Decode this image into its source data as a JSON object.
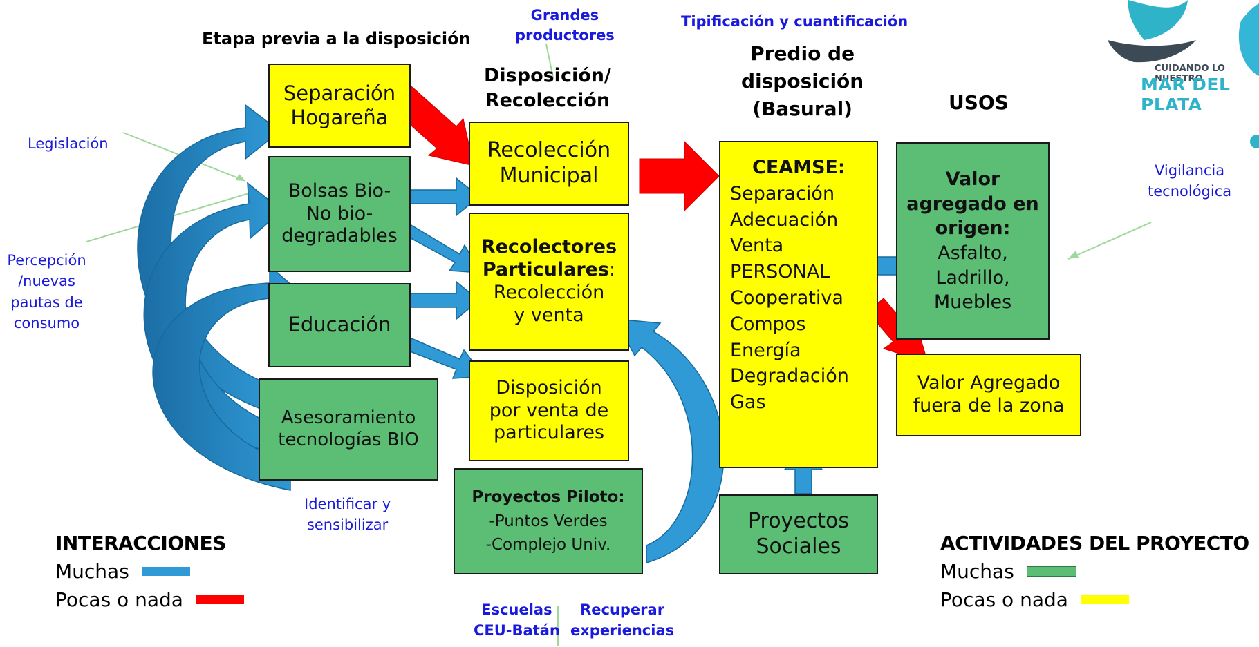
{
  "headers": {
    "etapa": "Etapa previa a la disposición",
    "grandes": [
      "Grandes",
      "productores"
    ],
    "disposicion": [
      "Disposición/",
      "Recolección"
    ],
    "tipificacion": "Tipificación y cuantificación",
    "predio": [
      "Predio de",
      "disposición",
      "(Basural)"
    ],
    "usos": "USOS"
  },
  "logo": {
    "line1": "CUIDANDO LO NUESTRO",
    "line2": "MAR DEL PLATA",
    "colors": {
      "teal": "#2fb3c9",
      "dark": "#3b4a55",
      "blue": "#35b6d6"
    }
  },
  "side_labels": {
    "legislacion": "Legislación",
    "percepcion": [
      "Percepción",
      "/nuevas",
      "pautas de",
      "consumo"
    ],
    "identificar": [
      "Identificar y",
      "sensibilizar"
    ],
    "vigilancia": [
      "Vigilancia",
      "tecnológica"
    ],
    "escuelas": [
      "Escuelas",
      "CEU-Batán"
    ],
    "recuperar": [
      "Recuperar",
      "experiencias"
    ]
  },
  "boxes": {
    "separacion": [
      "Separación",
      "Hogareña"
    ],
    "bolsas": [
      "Bolsas Bio-",
      "No bio-",
      "degradables"
    ],
    "educacion": "Educación",
    "asesoramiento": [
      "Asesoramiento",
      "tecnologías BIO"
    ],
    "recoleccion_municipal": [
      "Recolección",
      "Municipal"
    ],
    "recolectores": {
      "bold1": "Recolectores",
      "bold2": "Particulares",
      "colon": ":",
      "line3": "Recolección",
      "line4": "y venta"
    },
    "disposicion_venta": [
      "Disposición",
      "por venta de",
      "particulares"
    ],
    "proyectos_piloto": {
      "title": "Proyectos Piloto:",
      "items": [
        "-Puntos Verdes",
        "-Complejo Univ."
      ]
    },
    "ceamse": {
      "title": "CEAMSE:",
      "items": [
        "Separación",
        "Adecuación",
        "Venta",
        "PERSONAL",
        "Cooperativa",
        "Compos",
        "Energía",
        "Degradación",
        "Gas"
      ]
    },
    "proyectos_sociales": [
      "Proyectos",
      "Sociales"
    ],
    "valor_origen": {
      "title": [
        "Valor",
        "agregado en",
        "origen:"
      ],
      "items": [
        "Asfalto,",
        "Ladrillo,",
        "Muebles"
      ]
    },
    "valor_fuera": [
      "Valor Agregado",
      "fuera de la zona"
    ]
  },
  "legend_interacciones": {
    "title": "INTERACCIONES",
    "rows": [
      {
        "label": "Muchas",
        "color": "#2f9ad6"
      },
      {
        "label": "Pocas o nada",
        "color": "#ff0000"
      }
    ]
  },
  "legend_actividades": {
    "title": "ACTIVIDADES DEL PROYECTO",
    "rows": [
      {
        "label": "Muchas",
        "color": "#5cbd74"
      },
      {
        "label": "Pocas o nada",
        "color": "#ffff00"
      }
    ]
  },
  "colors": {
    "yellow": "#ffff00",
    "green": "#5cbd74",
    "blue_arrow": "#2f9ad6",
    "red_arrow": "#ff0000",
    "label_blue": "#1a1adc"
  }
}
